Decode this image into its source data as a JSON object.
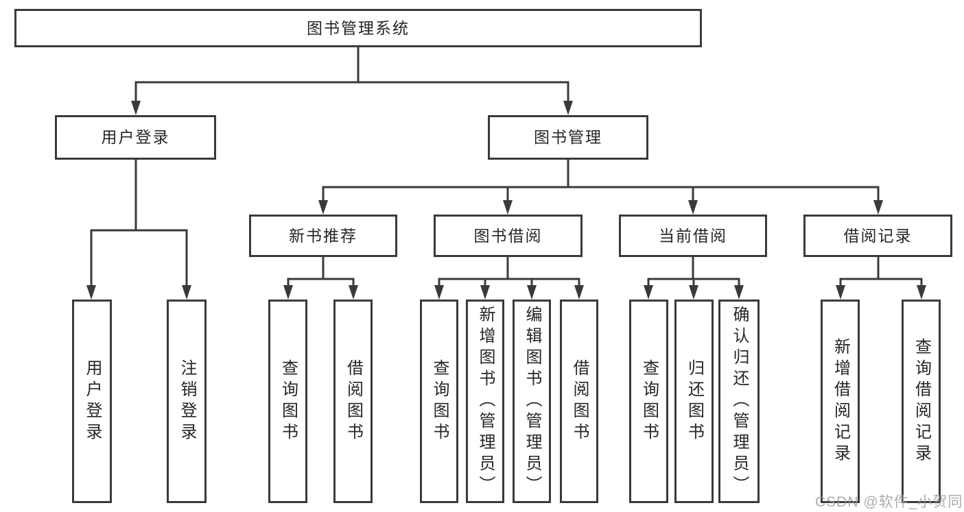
{
  "diagram": {
    "root": "图书管理系统",
    "level2": [
      {
        "label": "用户登录",
        "children": [
          "用户登录",
          "注销登录"
        ]
      },
      {
        "label": "图书管理",
        "children": [
          {
            "label": "新书推荐",
            "children": [
              "查询图书",
              "借阅图书"
            ]
          },
          {
            "label": "图书借阅",
            "children": [
              "查询图书",
              "新增图书（管理员）",
              "编辑图书（管理员）",
              "借阅图书"
            ]
          },
          {
            "label": "当前借阅",
            "children": [
              "查询图书",
              "归还图书",
              "确认归还（管理员）"
            ]
          },
          {
            "label": "借阅记录",
            "children": [
              "新增借阅记录",
              "查询借阅记录"
            ]
          }
        ]
      }
    ]
  },
  "watermark": {
    "text": "CSDN @软件_小贺同学"
  },
  "colors": {
    "line": "#3a3a3a",
    "box_border": "#3a3a3a",
    "text": "#262626",
    "watermark": "#9e9e9e",
    "background": "#ffffff"
  }
}
